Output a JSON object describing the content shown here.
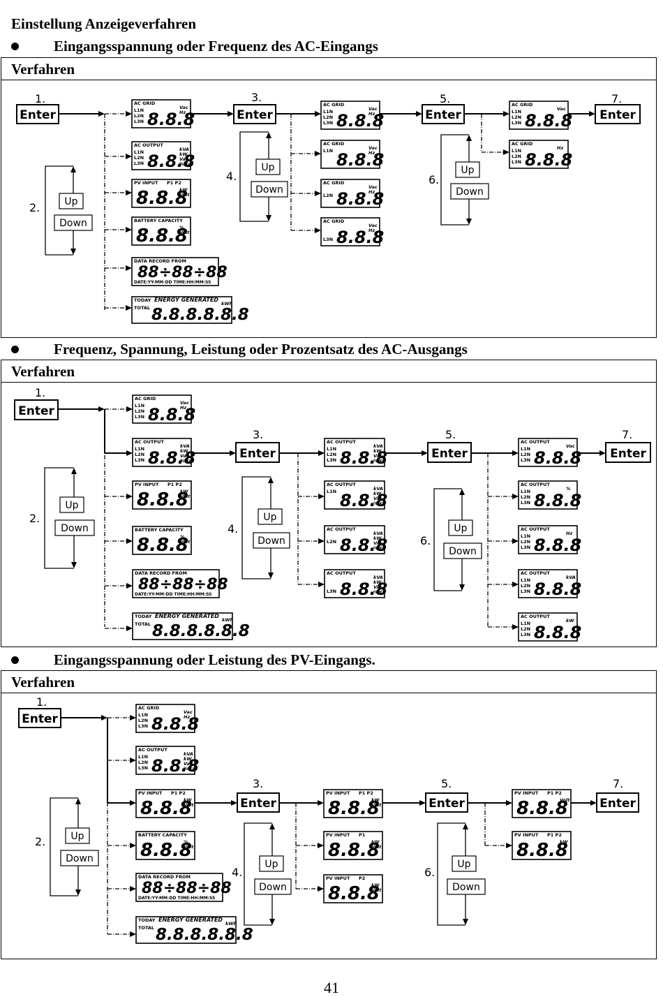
{
  "page_title": "Einstellung Anzeigeverfahren",
  "procedure_heading": "Verfahren",
  "page_number": "41",
  "buttons": {
    "enter": "Enter",
    "up": "Up",
    "down": "Down"
  },
  "steps": {
    "s1": "1.",
    "s2": "2.",
    "s3": "3.",
    "s4": "4.",
    "s5": "5.",
    "s6": "6.",
    "s7": "7."
  },
  "screens": {
    "ac_grid": "AC GRID",
    "ac_output": "AC OUTPUT",
    "pv_input": "PV INPUT",
    "p1p2": "P1 P2",
    "p1": "P1",
    "p2": "P2",
    "battery_capacity": "BATTERY CAPACITY",
    "data_record_from": "DATA RECORD FROM",
    "date_time": "DATE:YY-MM-DD  TIME:HH:MM:SS",
    "today": "TODAY",
    "energy_generated": "ENERGY GENERATED",
    "total": "TOTAL",
    "kwh": "kWh",
    "l1n": "L1N",
    "l2n": "L2N",
    "l3n": "L3N",
    "digits3": "8.8.8",
    "digits_time": "88÷88÷88",
    "digits6": "8.8.8.8.8.8",
    "unit_vac": "Vac",
    "unit_hz": "Hz",
    "unit_kva": "kVA",
    "unit_kw": "kW",
    "unit_volt": "Volt",
    "unit_pct": "%",
    "unit_pcthz": "%Hz"
  },
  "sections": [
    {
      "bullet": "Eingangsspannung oder Frequenz des AC-Eingangs"
    },
    {
      "bullet": "Frequenz, Spannung, Leistung oder Prozentsatz des AC-Ausgangs"
    },
    {
      "bullet": "Eingangsspannung oder Leistung des PV-Eingangs."
    }
  ]
}
